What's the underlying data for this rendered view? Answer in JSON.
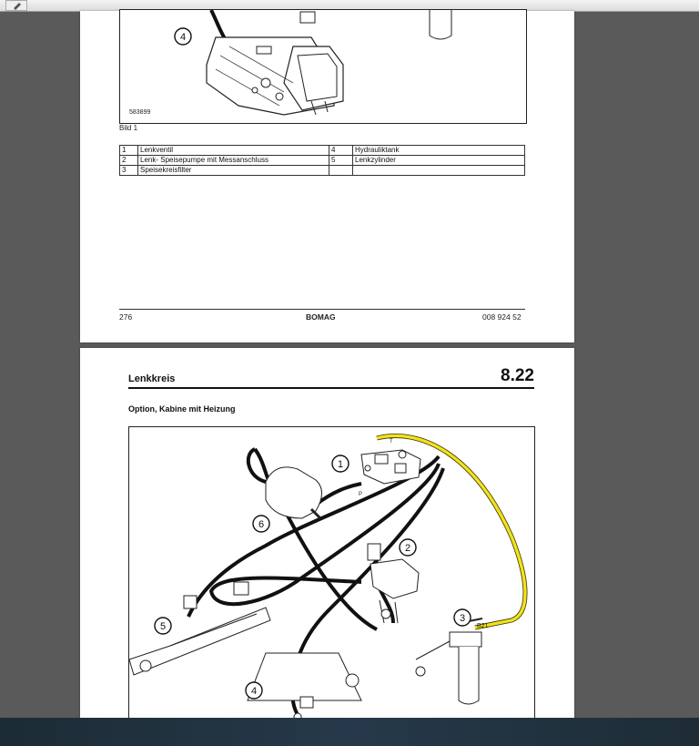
{
  "page1": {
    "figure_id": "583899",
    "caption": "Bild 1",
    "callout": "4",
    "legend": [
      {
        "n1": "1",
        "t1": "Lenkventil",
        "n2": "4",
        "t2": "Hydrauliktank"
      },
      {
        "n1": "2",
        "t1": "Lenk- Speisepumpe mit Messanschluss",
        "n2": "5",
        "t2": "Lenkzylinder"
      },
      {
        "n1": "3",
        "t1": "Speisekreisfilter",
        "n2": "",
        "t2": ""
      }
    ],
    "footer": {
      "page": "276",
      "brand": "BOMAG",
      "doc_no": "008 924 52"
    }
  },
  "page2": {
    "section_title": "Lenkkreis",
    "section_number": "8.22",
    "subtitle": "Option, Kabine mit Heizung",
    "callouts": [
      "1",
      "2",
      "3",
      "4",
      "5",
      "6"
    ],
    "labels": {
      "b21": "B21",
      "port_p": "P",
      "port_t": "T"
    }
  },
  "colors": {
    "yellow_hose": "#f2e21c",
    "hose": "#111111",
    "window_bg": "#5a5a5a"
  }
}
